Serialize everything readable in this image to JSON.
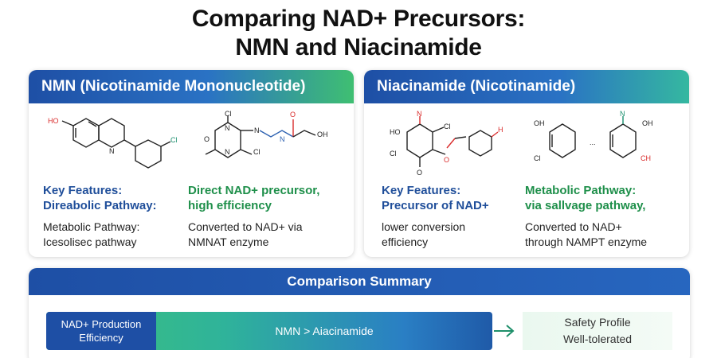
{
  "title": {
    "line1": "Comparing NAD+ Precursors:",
    "line2": "NMN and Niacinamide"
  },
  "left_card": {
    "header": "NMN (Nicotinamide Mononucleotide)",
    "mol1_labels": {
      "oh": "HO",
      "cl": "Cl",
      "n": "N"
    },
    "mol2_labels": {
      "cl_top": "Cl",
      "o1": "O",
      "cl_bottom": "Cl",
      "n1": "N",
      "n2": "N",
      "n3": "N",
      "n4": "N",
      "o2": "O",
      "oh": "OH"
    },
    "features_heading": [
      "Key Features:",
      "Direabolic Pathway:"
    ],
    "features_heading2": [
      "Direct NAD+ precursor,",
      "high efficiency"
    ],
    "col1_text": [
      "Metabolic Pathway:",
      "Icesolisec pathway"
    ],
    "col2_text": [
      "Converted to NAD+ via",
      "NMNAT enzyme"
    ]
  },
  "right_card": {
    "header": "Niacinamide (Nicotinamide)",
    "mol1_labels": {
      "oh": "HO",
      "n": "N",
      "cl": "Cl",
      "cl2": "Cl",
      "o": "O",
      "o2": "O",
      "h": "H"
    },
    "mol2_labels": {
      "oh": "OH",
      "cl": "Cl",
      "n": "N",
      "oh2": "OH",
      "ch": "CH",
      "dots": "..."
    },
    "features_heading": [
      "Key Features:",
      "Precursor of NAD+"
    ],
    "features_heading2": [
      "Metabolic Pathway:",
      "via sallvage pathway,"
    ],
    "col1_text": [
      "lower conversion",
      "efficiency"
    ],
    "col2_text": [
      "Converted to NAD+",
      "through NAMPT enzyme"
    ]
  },
  "summary": {
    "header": "Comparison Summary",
    "bar_label": [
      "NAD+ Production",
      "Efficiency"
    ],
    "bar_value": "NMN > Aiacinamide",
    "safety": [
      "Safety Profile",
      "Well-tolerated"
    ]
  },
  "colors": {
    "blue": "#1e4fa5",
    "green": "#3fbf72",
    "heading_blue": "#1f4e9a",
    "heading_green": "#1e8f4a",
    "atom_red": "#d92b2b",
    "atom_teal": "#1a8f6e"
  },
  "icons": {
    "arrow": "right-arrow-icon"
  }
}
